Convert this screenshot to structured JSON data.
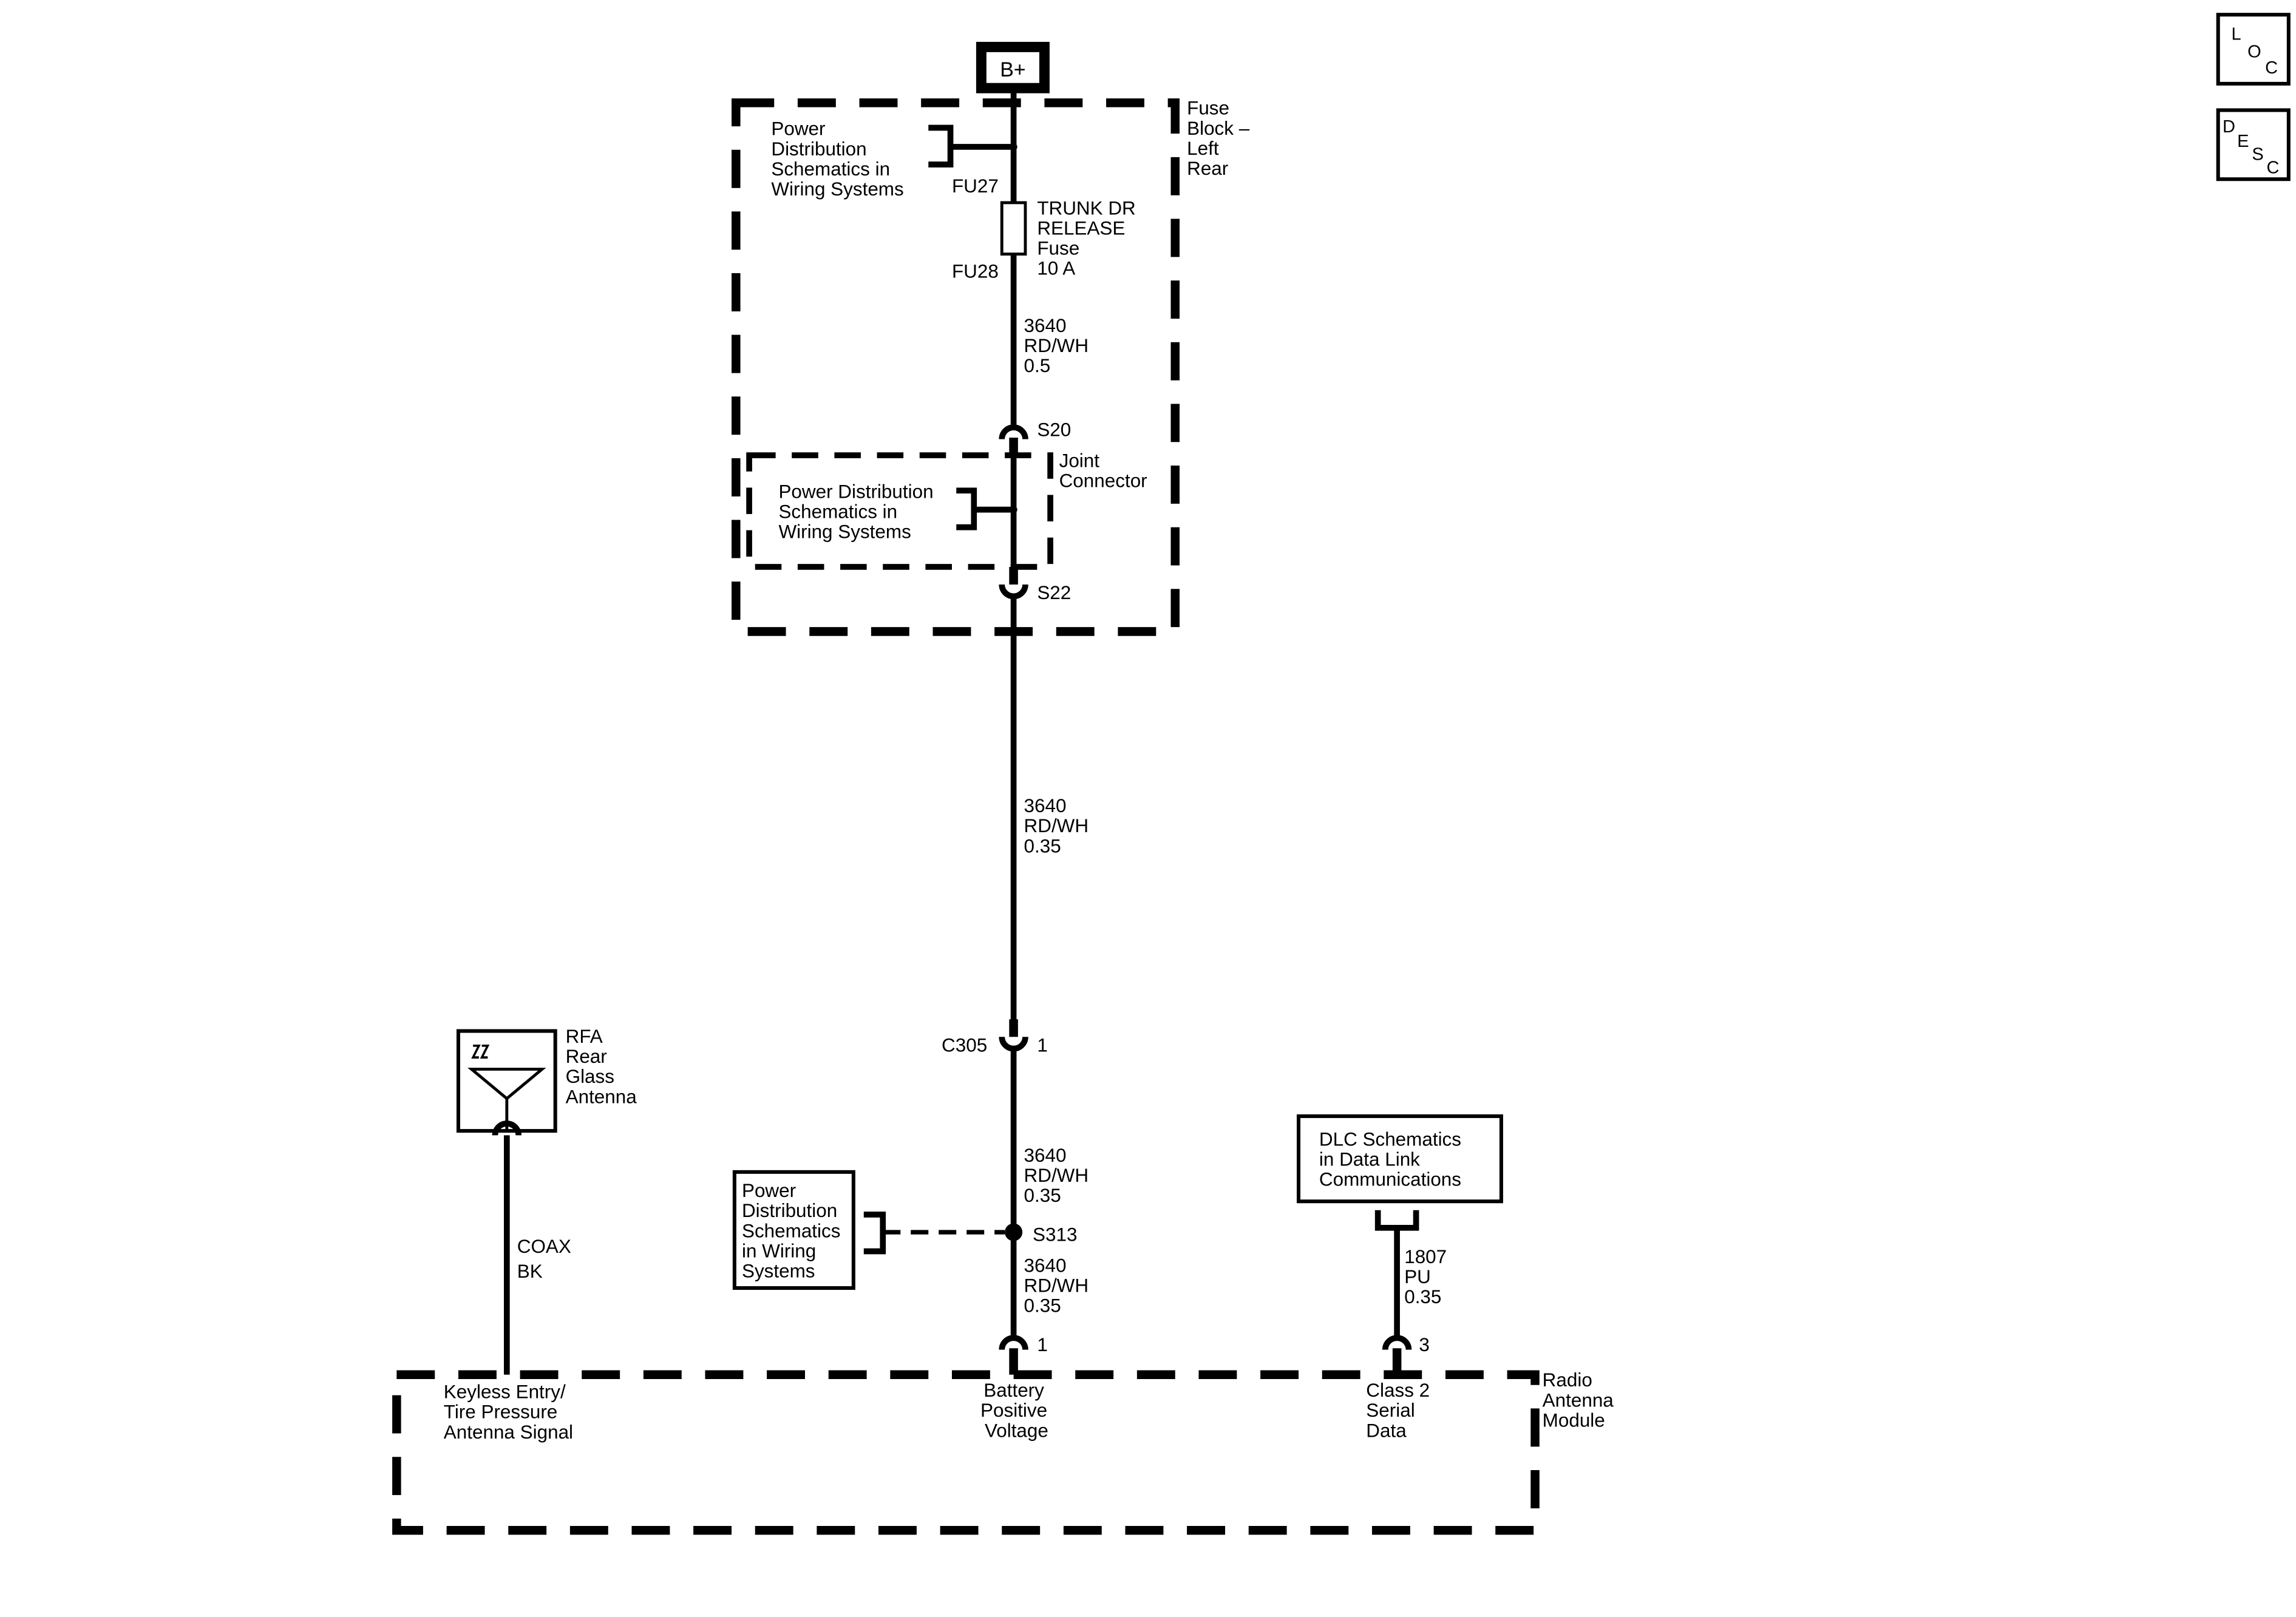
{
  "power_source": "B+",
  "fuse_block": {
    "label": [
      "Fuse",
      "Block –",
      "Left",
      "Rear"
    ]
  },
  "pd_ref_top": [
    "Power",
    "Distribution",
    "Schematics in",
    "Wiring Systems"
  ],
  "fuse": {
    "terminal_in": "FU27",
    "terminal_out": "FU28",
    "name": [
      "TRUNK DR",
      "RELEASE",
      "Fuse",
      "10 A"
    ]
  },
  "wire_a": [
    "3640",
    "RD/WH",
    "0.5"
  ],
  "splice_s20": "S20",
  "joint_connector": {
    "label": [
      "Joint",
      "Connector"
    ],
    "ref": [
      "Power Distribution",
      "Schematics in",
      "Wiring Systems"
    ]
  },
  "splice_s22": "S22",
  "wire_b": [
    "3640",
    "RD/WH",
    "0.35"
  ],
  "connector_c305": {
    "name": "C305",
    "pin": "1"
  },
  "wire_c": [
    "3640",
    "RD/WH",
    "0.35"
  ],
  "splice_s313": "S313",
  "pd_ref_s313": [
    "Power",
    "Distribution",
    "Schematics",
    "in Wiring",
    "Systems"
  ],
  "wire_d": [
    "3640",
    "RD/WH",
    "0.35"
  ],
  "pin_battery": "1",
  "antenna": {
    "label": [
      "RFA",
      "Rear",
      "Glass",
      "Antenna"
    ]
  },
  "coax": [
    "COAX",
    "BK"
  ],
  "dlc_ref": [
    "DLC Schematics",
    "in Data Link",
    "Communications"
  ],
  "wire_dlc": [
    "1807",
    "PU",
    "0.35"
  ],
  "pin_class2": "3",
  "module": {
    "label": [
      "Radio",
      "Antenna",
      "Module"
    ],
    "keyless": [
      "Keyless Entry/",
      "Tire Pressure",
      "Antenna Signal"
    ],
    "battery": [
      "Battery",
      "Positive",
      "Voltage"
    ],
    "class2": [
      "Class 2",
      "Serial",
      "Data"
    ]
  },
  "icons": {
    "loc": [
      "L",
      "O",
      "C"
    ],
    "desc": [
      "D",
      "E",
      "S",
      "C"
    ]
  }
}
